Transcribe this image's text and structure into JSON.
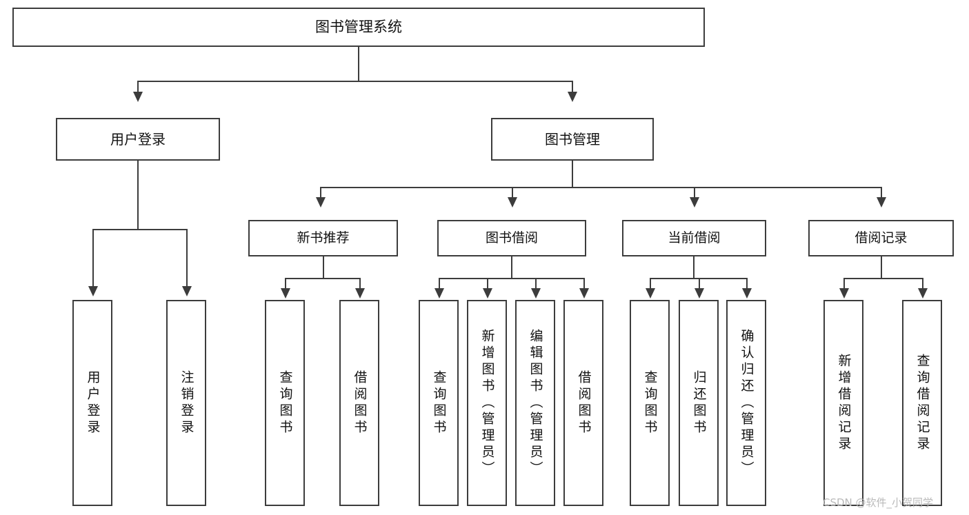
{
  "diagram": {
    "type": "hierarchy-tree",
    "title": "图书管理系统",
    "root": {
      "label": "图书管理系统"
    },
    "level1": [
      {
        "label": "用户登录"
      },
      {
        "label": "图书管理"
      }
    ],
    "level2": [
      {
        "label": "新书推荐"
      },
      {
        "label": "图书借阅"
      },
      {
        "label": "当前借阅"
      },
      {
        "label": "借阅记录"
      }
    ],
    "leaves": {
      "user_login": [
        {
          "label": "用户登录"
        },
        {
          "label": "注销登录"
        }
      ],
      "new_book_recommend": [
        {
          "label": "查询图书"
        },
        {
          "label": "借阅图书"
        }
      ],
      "book_borrow": [
        {
          "label": "查询图书"
        },
        {
          "label": "新增图书（管理员）"
        },
        {
          "label": "编辑图书（管理员）"
        },
        {
          "label": "借阅图书"
        }
      ],
      "current_borrow": [
        {
          "label": "查询图书"
        },
        {
          "label": "归还图书"
        },
        {
          "label": "确认归还（管理员）"
        }
      ],
      "borrow_record": [
        {
          "label": "新增借阅记录"
        },
        {
          "label": "查询借阅记录"
        }
      ]
    }
  },
  "watermark": {
    "text": "CSDN @软件_小贺同学"
  },
  "colors": {
    "background": "#ffffff",
    "border": "#3c3c3c",
    "text": "#111111",
    "watermark": "#b9b9b9"
  }
}
